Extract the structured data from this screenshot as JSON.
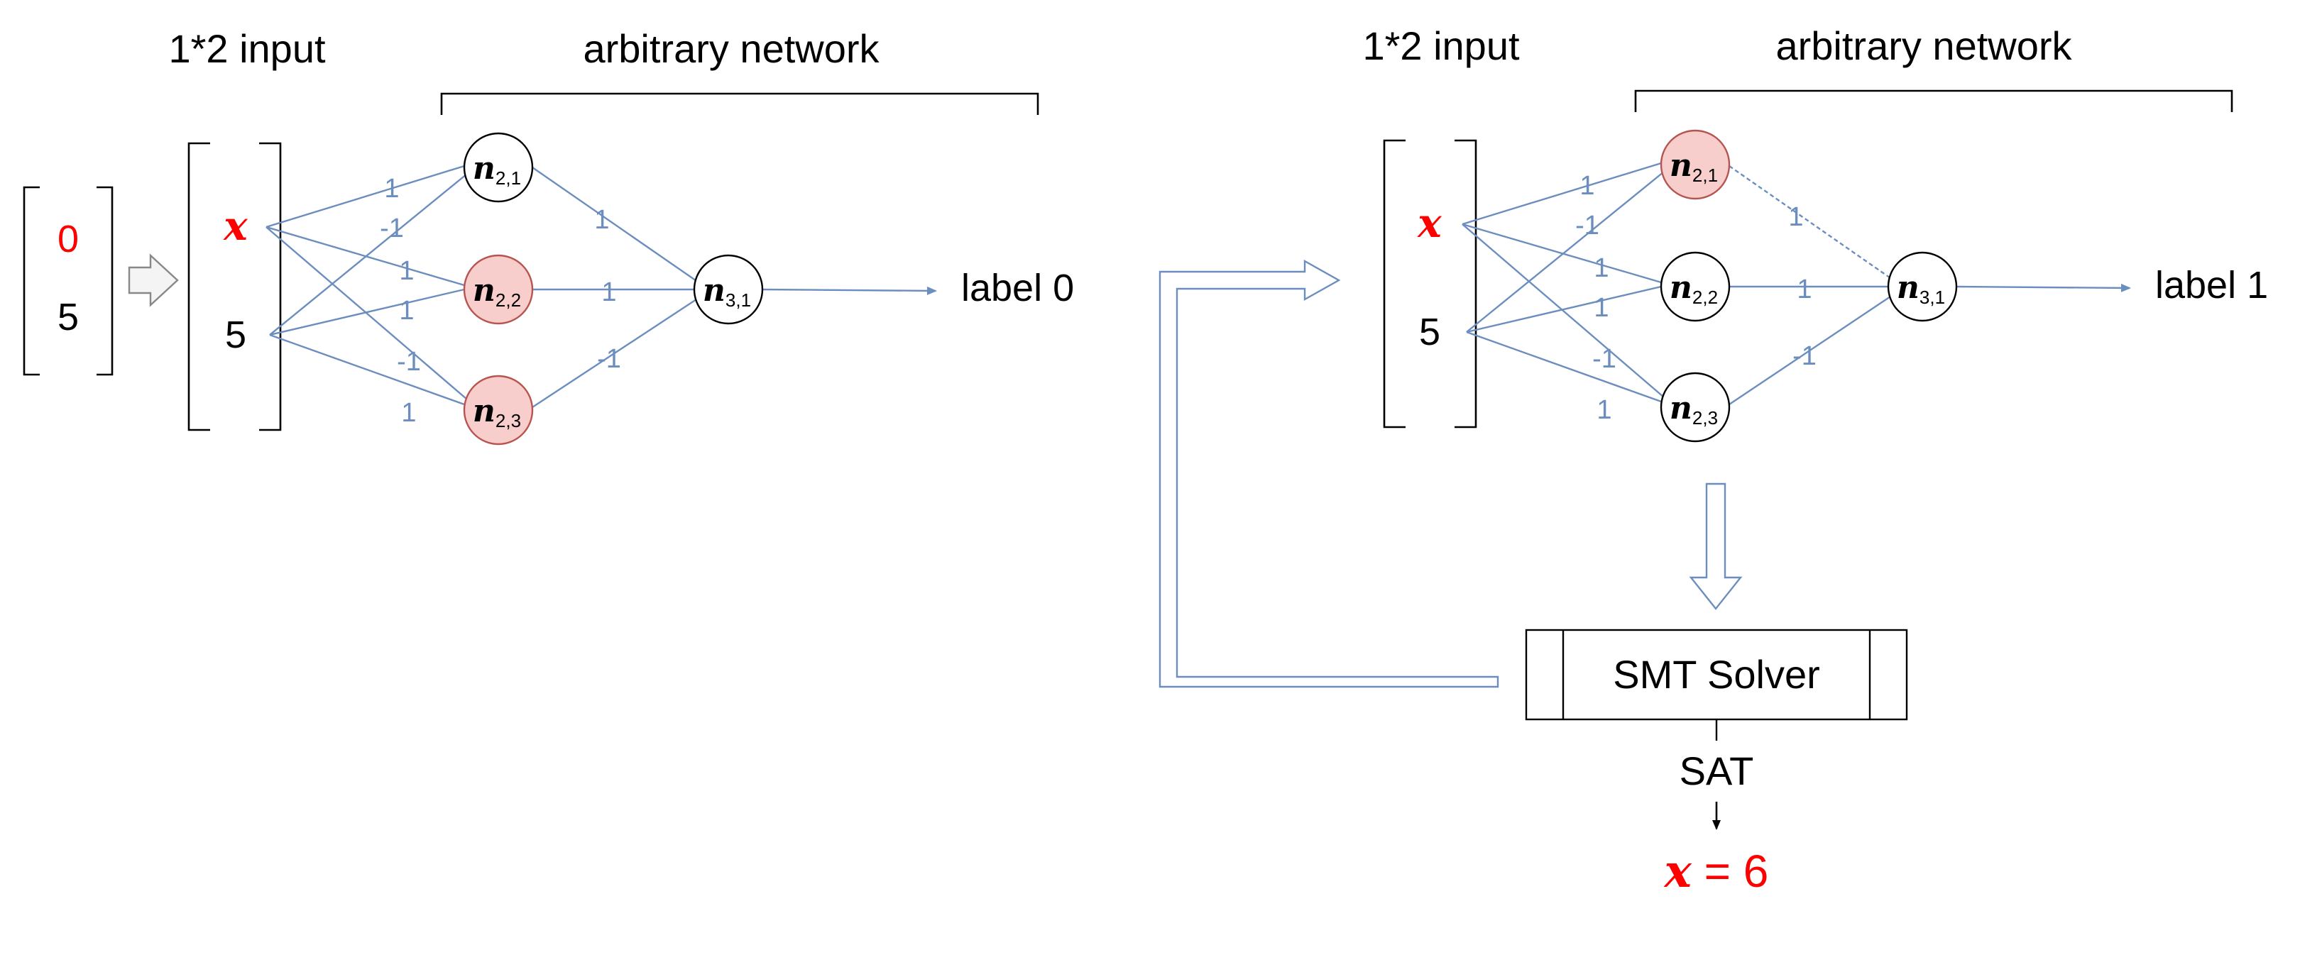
{
  "colors": {
    "edge": "#6c8ebf",
    "highlight_fill": "#f8cecc",
    "highlight_stroke": "#b85450",
    "red": "#ff0000",
    "hollow_arrow": "#6c8ebf",
    "gray_arrow": "#888888"
  },
  "left": {
    "input_title": "1*2 input",
    "network_title": "arbitrary network",
    "concrete_input": [
      "0",
      "5"
    ],
    "symbolic_input": [
      "x",
      "5"
    ],
    "output_label": "label 0",
    "weights": {
      "x_n21": "1",
      "y_n21": "-1",
      "x_n22": "1",
      "y_n22": "1",
      "x_n23": "-1",
      "y_n23": "1",
      "n21_n31": "1",
      "n22_n31": "1",
      "n23_n31": "-1"
    },
    "highlighted": [
      "n22",
      "n23"
    ]
  },
  "right": {
    "input_title": "1*2 input",
    "network_title": "arbitrary network",
    "symbolic_input": [
      "x",
      "5"
    ],
    "output_label": "label 1",
    "weights": {
      "x_n21": "1",
      "y_n21": "-1",
      "x_n22": "1",
      "y_n22": "1",
      "x_n23": "-1",
      "y_n23": "1",
      "n21_n31": "1",
      "n22_n31": "1",
      "n23_n31": "-1"
    },
    "highlighted": [
      "n21"
    ],
    "solver_label": "SMT Solver",
    "solver_result": "SAT",
    "solution_var": "x",
    "solution_rest": " = 6"
  },
  "nodes": {
    "n21": {
      "base": "n",
      "sub": "2,1"
    },
    "n22": {
      "base": "n",
      "sub": "2,2"
    },
    "n23": {
      "base": "n",
      "sub": "2,3"
    },
    "n31": {
      "base": "n",
      "sub": "3,1"
    }
  }
}
